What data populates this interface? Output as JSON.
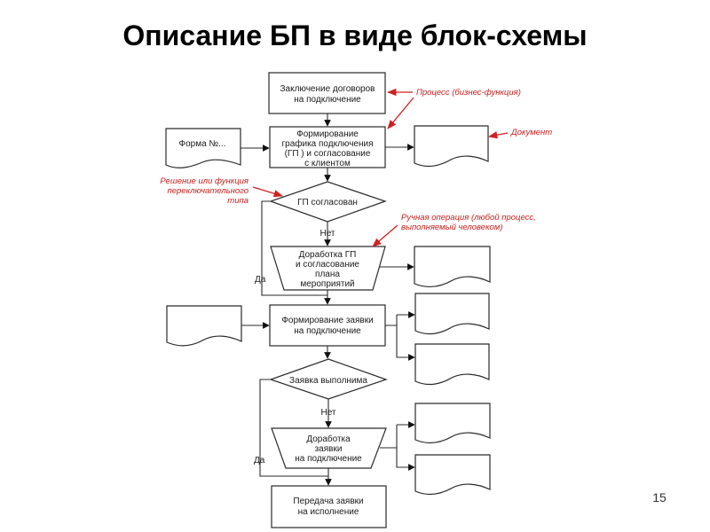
{
  "slide": {
    "title": "Описание БП в виде блок-схемы",
    "page_number": "15"
  },
  "flowchart": {
    "nodes": {
      "contract": {
        "type": "process",
        "lines": [
          "Заключение договоров",
          "на подключение"
        ]
      },
      "schedule": {
        "type": "process",
        "lines": [
          "Формирование",
          "графика подключения",
          "(ГП ) и согласование",
          "с клиентом"
        ]
      },
      "decision_gp": {
        "type": "decision",
        "lines": [
          "ГП согласован"
        ]
      },
      "rework_gp": {
        "type": "manual-operation",
        "lines": [
          "Доработка ГП",
          "и согласование",
          "плана",
          "мероприятий"
        ]
      },
      "request": {
        "type": "process",
        "lines": [
          "Формирование заявки",
          "на подключение"
        ]
      },
      "decision_request": {
        "type": "decision",
        "lines": [
          "Заявка выполнима"
        ]
      },
      "rework_request": {
        "type": "manual-operation",
        "lines": [
          "Доработка",
          "заявки",
          "на подключение"
        ]
      },
      "handover": {
        "type": "process",
        "lines": [
          "Передача заявки",
          "на исполнение"
        ]
      }
    },
    "documents": {
      "form_input": {
        "lines": [
          "Форма №..."
        ]
      },
      "schedule_output": {
        "lines": []
      },
      "rework_gp_output": {
        "lines": []
      },
      "request_input": {
        "lines": []
      },
      "request_output_1": {
        "lines": []
      },
      "request_output_2": {
        "lines": []
      },
      "rework_request_output_1": {
        "lines": []
      },
      "rework_request_output_2": {
        "lines": []
      }
    },
    "branch_labels": {
      "no_1": "Нет",
      "yes_1": "Да",
      "no_2": "Нет",
      "yes_2": "Да"
    },
    "annotations": {
      "process": {
        "lines": [
          "Процесс (бизнес-функция)"
        ]
      },
      "document": {
        "lines": [
          "Документ"
        ]
      },
      "decision": {
        "lines": [
          "Решение или функция",
          "переключательного",
          "типа"
        ]
      },
      "manual": {
        "lines": [
          "Ручная операция (любой процесс,",
          "выполняемый человеком)"
        ]
      }
    },
    "colors": {
      "annotation": "#c8201e",
      "stroke": "#2a2a2a"
    }
  }
}
